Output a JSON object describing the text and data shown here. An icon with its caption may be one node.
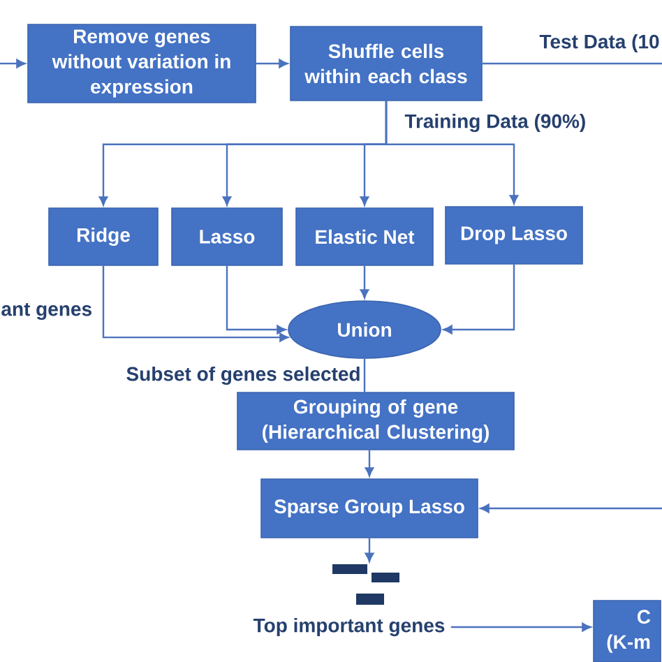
{
  "diagram": {
    "nodes": [
      {
        "text": [
          "Remove genes without variation in expression"
        ]
      },
      {
        "text": [
          "Shuffle cells within each class"
        ]
      },
      {
        "text": [
          "Ridge"
        ]
      },
      {
        "text": [
          "Lasso"
        ]
      },
      {
        "text": [
          "Elastic Net"
        ]
      },
      {
        "text": [
          "Drop Lasso"
        ]
      },
      {
        "text": [
          "Union"
        ]
      },
      {
        "text": [
          "Grouping of gene (Hierarchical Clustering)"
        ]
      },
      {
        "text": [
          "Sparse Group Lasso"
        ]
      },
      {
        "text": [],
        "shape": "picture"
      },
      {
        "text": [
          "Top important genes"
        ]
      },
      {
        "text": [
          "C (K-m"
        ]
      }
    ],
    "edges": [
      {
        "from": null,
        "to": 0,
        "arrow": "to"
      },
      {
        "from": 0,
        "to": 1,
        "arrow": "to"
      },
      {
        "from": 1,
        "to": null,
        "arrow": "none",
        "label": "Test Data (10"
      },
      {
        "from": 1,
        "to": 2,
        "arrow": "to"
      },
      {
        "from": 1,
        "to": 3,
        "arrow": "to"
      },
      {
        "from": 1,
        "to": 4,
        "arrow": "to"
      },
      {
        "from": 1,
        "to": 5,
        "arrow": "to",
        "label": "Training Data (90%)"
      },
      {
        "from": 2,
        "to": 6,
        "arrow": "to"
      },
      {
        "from": 3,
        "to": 6,
        "arrow": "to"
      },
      {
        "from": 4,
        "to": 6,
        "arrow": "to"
      },
      {
        "from": 5,
        "to": 6,
        "arrow": "to"
      },
      {
        "from": 6,
        "to": 7,
        "arrow": "none",
        "label": "Subset of genes selected"
      },
      {
        "from": 7,
        "to": 8,
        "arrow": "to"
      },
      {
        "from": null,
        "to": 8,
        "arrow": "to"
      },
      {
        "from": 8,
        "to": 9,
        "arrow": "to"
      },
      {
        "from": 10,
        "to": 11,
        "arrow": "to"
      }
    ],
    "labels": [
      "ant genes"
    ]
  }
}
